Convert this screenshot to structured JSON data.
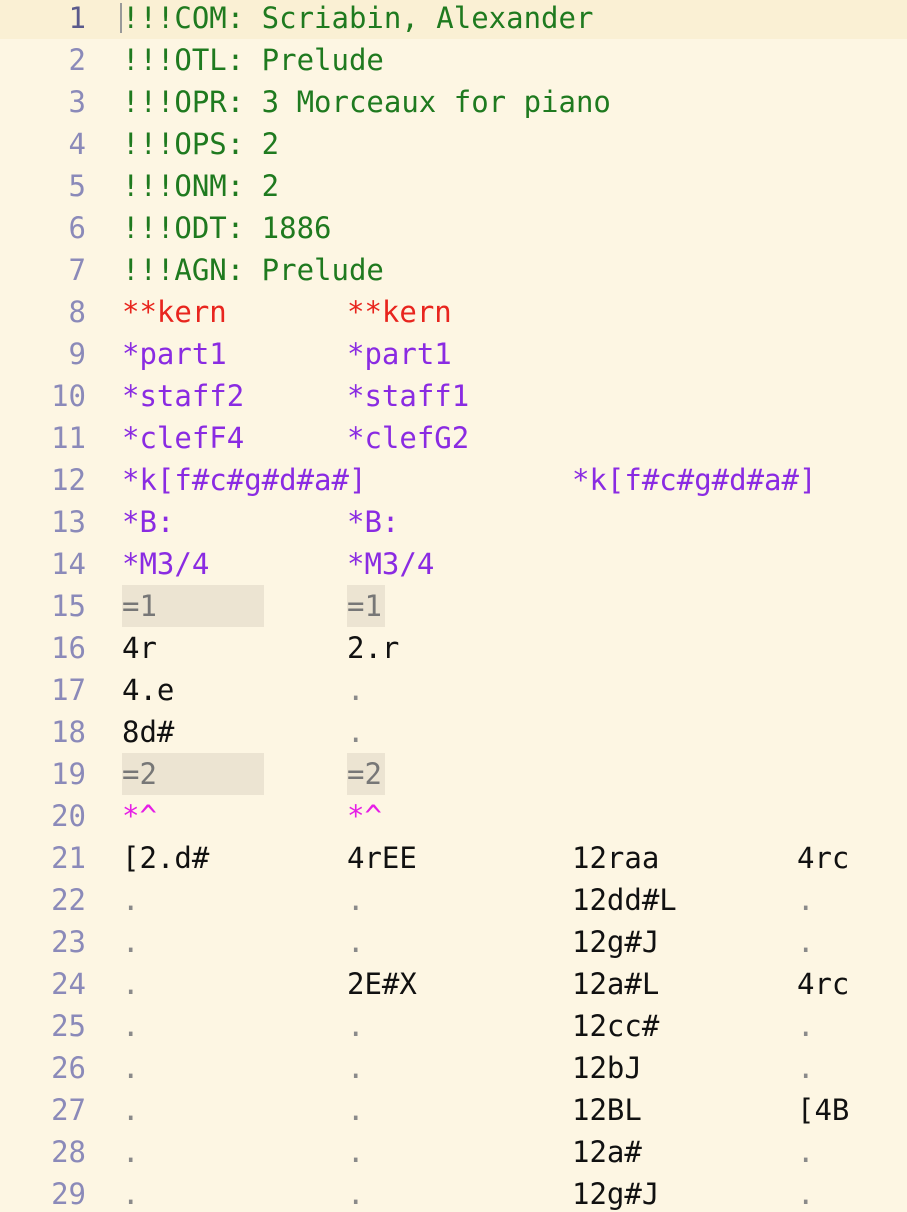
{
  "editor": {
    "colors": {
      "background": "#fdf6e3",
      "reference": "#1f7a1f",
      "exclusive_interpretation": "#e8251e",
      "interpretation": "#8a2be2",
      "spine_manipulator": "#e61ee6",
      "data": "#111111",
      "null_token": "#8a8a8a",
      "barline": "#777777",
      "barline_highlight": "#ece4d2",
      "line_number": "#8b8ab9"
    },
    "lines": [
      {
        "num": "1",
        "kind": "reference",
        "text": "!!!COM: Scriabin, Alexander"
      },
      {
        "num": "2",
        "kind": "reference",
        "text": "!!!OTL: Prelude"
      },
      {
        "num": "3",
        "kind": "reference",
        "text": "!!!OPR: 3 Morceaux for piano"
      },
      {
        "num": "4",
        "kind": "reference",
        "text": "!!!OPS: 2"
      },
      {
        "num": "5",
        "kind": "reference",
        "text": "!!!ONM: 2"
      },
      {
        "num": "6",
        "kind": "reference",
        "text": "!!!ODT: 1886"
      },
      {
        "num": "7",
        "kind": "reference",
        "text": "!!!AGN: Prelude"
      },
      {
        "num": "8",
        "kind": "exclusive",
        "cells": [
          "**kern",
          "**kern"
        ]
      },
      {
        "num": "9",
        "kind": "interp",
        "cells": [
          "*part1",
          "*part1"
        ]
      },
      {
        "num": "10",
        "kind": "interp",
        "cells": [
          "*staff2",
          "*staff1"
        ]
      },
      {
        "num": "11",
        "kind": "interp",
        "cells": [
          "*clefF4",
          "*clefG2"
        ]
      },
      {
        "num": "12",
        "kind": "interp",
        "cells": [
          "*k[f#c#g#d#a#]",
          "",
          "*k[f#c#g#d#a#]"
        ]
      },
      {
        "num": "13",
        "kind": "interp",
        "cells": [
          "*B:",
          "*B:"
        ]
      },
      {
        "num": "14",
        "kind": "interp",
        "cells": [
          "*M3/4",
          "*M3/4"
        ]
      },
      {
        "num": "15",
        "kind": "barline",
        "cells": [
          "=1",
          "=1"
        ]
      },
      {
        "num": "16",
        "kind": "data",
        "cells": [
          "4r",
          "2.r"
        ]
      },
      {
        "num": "17",
        "kind": "data",
        "cells": [
          "4.e",
          "."
        ]
      },
      {
        "num": "18",
        "kind": "data",
        "cells": [
          "8d#",
          "."
        ]
      },
      {
        "num": "19",
        "kind": "barline",
        "cells": [
          "=2",
          "=2"
        ]
      },
      {
        "num": "20",
        "kind": "spine",
        "cells": [
          "*^",
          "*^"
        ]
      },
      {
        "num": "21",
        "kind": "data",
        "cells": [
          "[2.d#",
          "4rEE",
          "12raa",
          "4rc"
        ]
      },
      {
        "num": "22",
        "kind": "data",
        "cells": [
          ".",
          ".",
          "12dd#L",
          "."
        ]
      },
      {
        "num": "23",
        "kind": "data",
        "cells": [
          ".",
          ".",
          "12g#J",
          "."
        ]
      },
      {
        "num": "24",
        "kind": "data",
        "cells": [
          ".",
          "2E#X",
          "12a#L",
          "4rc"
        ]
      },
      {
        "num": "25",
        "kind": "data",
        "cells": [
          ".",
          ".",
          "12cc#",
          "."
        ]
      },
      {
        "num": "26",
        "kind": "data",
        "cells": [
          ".",
          ".",
          "12bJ",
          "."
        ]
      },
      {
        "num": "27",
        "kind": "data",
        "cells": [
          ".",
          ".",
          "12BL",
          "[4B"
        ]
      },
      {
        "num": "28",
        "kind": "data",
        "cells": [
          ".",
          ".",
          "12a#",
          "."
        ]
      },
      {
        "num": "29",
        "kind": "data",
        "cells": [
          ".",
          ".",
          "12g#J",
          "."
        ]
      }
    ]
  }
}
